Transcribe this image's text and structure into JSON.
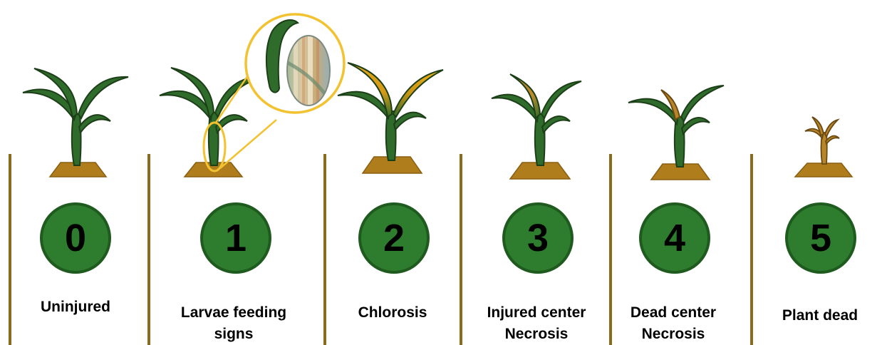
{
  "colors": {
    "leaf_green": "#2f6b2a",
    "leaf_dark": "#1c3f18",
    "soil": "#b07d1c",
    "chlorosis_yellow": "#e0a51a",
    "necrosis_brown": "#b8862a",
    "highlight_yellow": "#f2c230",
    "badge_green": "#2e7d2e",
    "divider": "#8a6a1c"
  },
  "stages": [
    {
      "score": "0",
      "label_line1": "Uninjured",
      "label_line2": ""
    },
    {
      "score": "1",
      "label_line1": "Larvae feeding",
      "label_line2": "signs"
    },
    {
      "score": "2",
      "label_line1": "Chlorosis",
      "label_line2": ""
    },
    {
      "score": "3",
      "label_line1": "Injured center",
      "label_line2": "Necrosis"
    },
    {
      "score": "4",
      "label_line1": "Dead center",
      "label_line2": "Necrosis"
    },
    {
      "score": "5",
      "label_line1": "Plant dead",
      "label_line2": ""
    }
  ],
  "icons": {
    "magnifier": "magnifier-callout-icon",
    "larva": "larva-icon",
    "damaged_stem": "damaged-stem-icon"
  }
}
